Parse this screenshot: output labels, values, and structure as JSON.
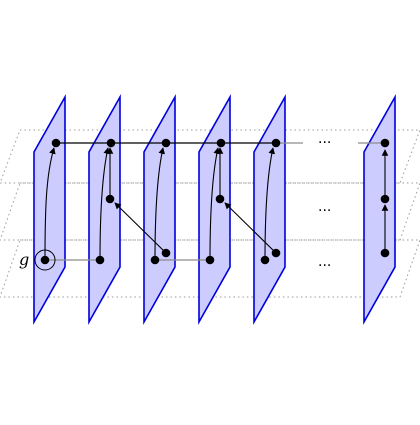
{
  "diagram": {
    "node_label": "g",
    "ellipsis": "···",
    "colors": {
      "sheet_fill": "#ccccff",
      "sheet_stroke": "#0000dd",
      "plane_stroke": "#9a9a9a",
      "line": "#000000",
      "gray_line": "#8c8c8c",
      "node": "#000000"
    },
    "sheet_count_left": 5,
    "has_final_sheet": true,
    "planes": 3
  }
}
